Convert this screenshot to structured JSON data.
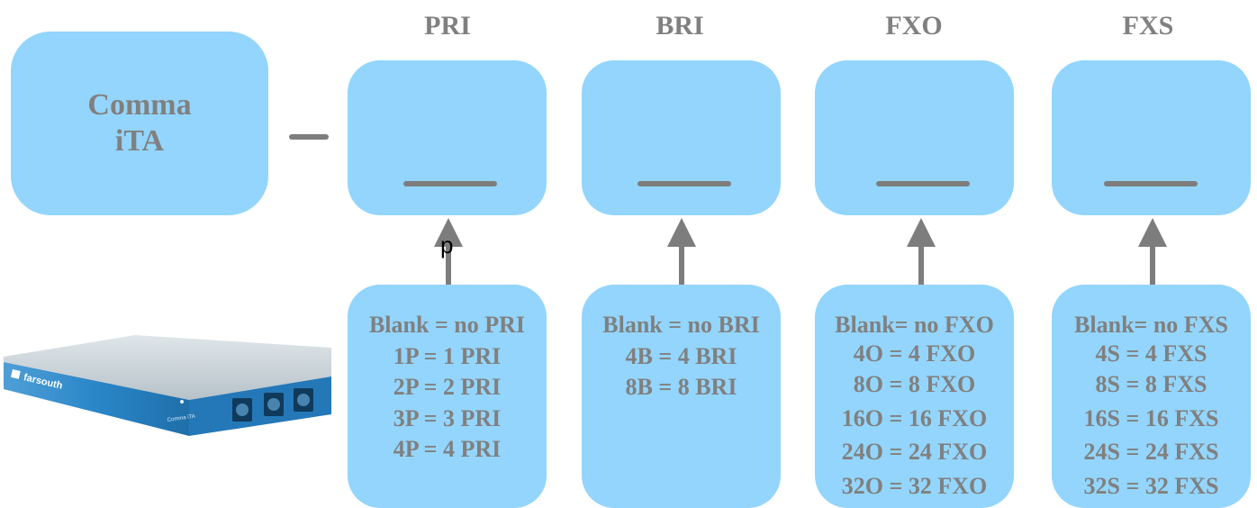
{
  "main": {
    "label_line1": "Comma",
    "label_line2": "iTA"
  },
  "columns": [
    {
      "key": "pri",
      "header": "PRI",
      "options": [
        "Blank = no PRI",
        "1P = 1 PRI",
        "2P = 2 PRI",
        "3P = 3 PRI",
        "4P = 4 PRI"
      ]
    },
    {
      "key": "bri",
      "header": "BRI",
      "options": [
        "Blank = no BRI",
        "4B = 4 BRI",
        "8B = 8 BRI"
      ]
    },
    {
      "key": "fxo",
      "header": "FXO",
      "options": [
        "Blank= no FXO",
        "4O = 4 FXO",
        "8O = 8 FXO",
        "16O = 16 FXO",
        "24O = 24 FXO",
        "32O = 32 FXO"
      ]
    },
    {
      "key": "fxs",
      "header": "FXS",
      "options": [
        "Blank= no FXS",
        "4S = 4 FXS",
        "8S = 8 FXS",
        "16S = 16 FXS",
        "24S = 24 FXS",
        "32S = 32 FXS"
      ]
    }
  ],
  "stray_mark": "p",
  "device_photo": {
    "brand": "farsouth",
    "model": "Comma iTA"
  },
  "colors": {
    "box": "#93d5fc",
    "text": "#808080",
    "line": "#7d7d7d"
  }
}
